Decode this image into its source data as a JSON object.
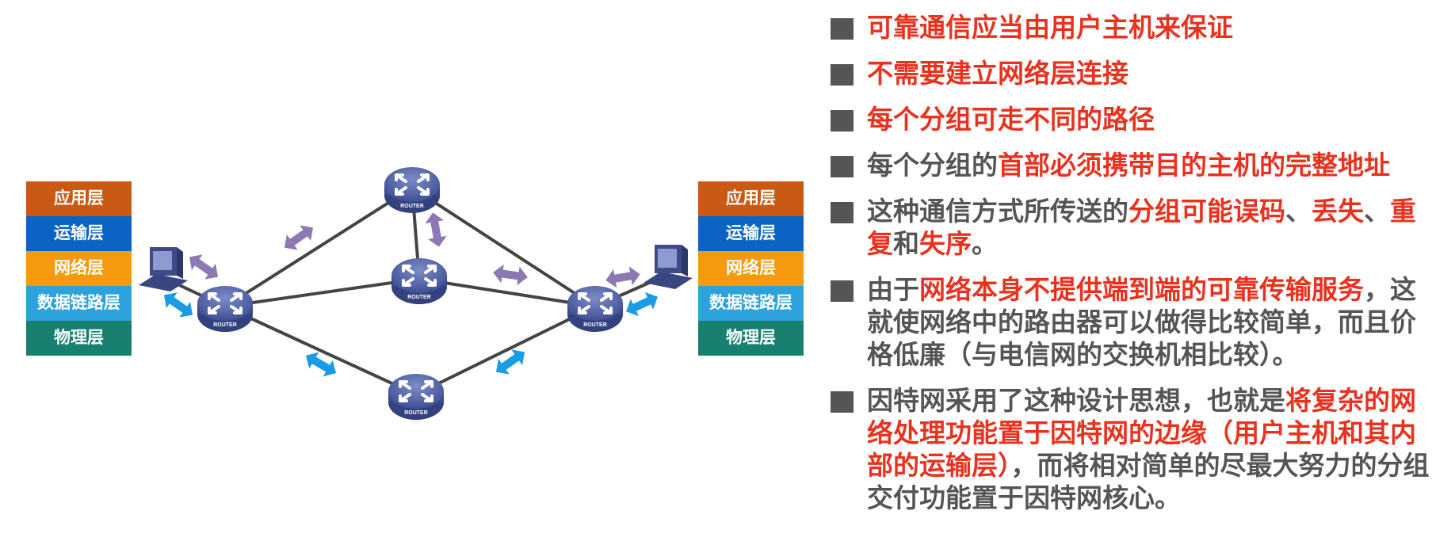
{
  "colors": {
    "red_text": "#e8321e",
    "gray_text": "#555555",
    "purple_arrow": "#8c79b4",
    "blue_arrow": "#1a9be6",
    "router": "#5566aa"
  },
  "left_stack": {
    "layers": [
      {
        "label": "应用层",
        "color": "#c95a14"
      },
      {
        "label": "运输层",
        "color": "#0b63c4"
      },
      {
        "label": "网络层",
        "color": "#f5990f"
      },
      {
        "label": "数据链路层",
        "color": "#2ea2dc"
      },
      {
        "label": "物理层",
        "color": "#18806f"
      }
    ]
  },
  "right_stack": {
    "layers": [
      {
        "label": "应用层",
        "color": "#c95a14"
      },
      {
        "label": "运输层",
        "color": "#0b63c4"
      },
      {
        "label": "网络层",
        "color": "#f5990f"
      },
      {
        "label": "数据链路层",
        "color": "#2ea2dc"
      },
      {
        "label": "物理层",
        "color": "#18806f"
      }
    ]
  },
  "diagram": {
    "router_label": "ROUTER"
  },
  "bullets": [
    {
      "segments": [
        {
          "text": "可靠通信应当由用户主机来保证",
          "red": true
        }
      ]
    },
    {
      "segments": [
        {
          "text": "不需要建立网络层连接",
          "red": true
        }
      ]
    },
    {
      "segments": [
        {
          "text": "每个分组可走不同的路径",
          "red": true
        }
      ]
    },
    {
      "segments": [
        {
          "text": "每个分组的",
          "red": false
        },
        {
          "text": "首部必须携带目的主机的完整地址",
          "red": true
        }
      ]
    },
    {
      "segments": [
        {
          "text": "这种通信方式所传送的",
          "red": false
        },
        {
          "text": "分组可能误码",
          "red": true
        },
        {
          "text": "、",
          "red": false
        },
        {
          "text": "丢失",
          "red": true
        },
        {
          "text": "、",
          "red": false
        },
        {
          "text": "重复",
          "red": true
        },
        {
          "text": "和",
          "red": false
        },
        {
          "text": "失序",
          "red": true
        },
        {
          "text": "。",
          "red": false
        }
      ]
    },
    {
      "segments": [
        {
          "text": "由于",
          "red": false
        },
        {
          "text": "网络本身不提供端到端的可靠传输服务",
          "red": true
        },
        {
          "text": "，这就使网络中的路由器可以做得比较简单，而且价格低廉（与电信网的交换机相比较）。",
          "red": false
        }
      ]
    },
    {
      "segments": [
        {
          "text": "因特网采用了这种设计思想，也就是",
          "red": false
        },
        {
          "text": "将复杂的网络处理功能置于因特网的边缘（用户主机和其内部的运输层）",
          "red": true
        },
        {
          "text": "，而将相对简单的尽最大努力的分组交付功能置于因特网核心。",
          "red": false
        }
      ]
    }
  ]
}
